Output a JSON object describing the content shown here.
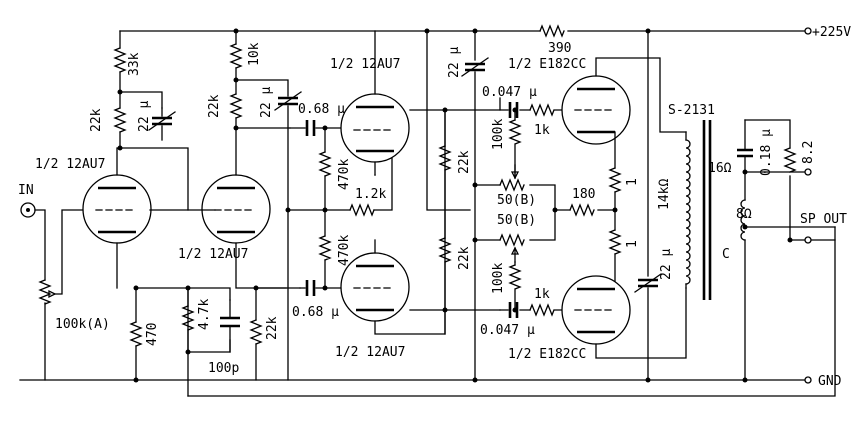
{
  "rails": {
    "supply": "+225V",
    "ground": "GND",
    "input": "IN",
    "output": "SP OUT"
  },
  "tubes": {
    "v1": "1/2 12AU7",
    "v2": "1/2 12AU7",
    "v3": "1/2 12AU7",
    "v4": "1/2 12AU7",
    "v5": "1/2 E182CC",
    "v6": "1/2 E182CC"
  },
  "components": {
    "r_33k": "33k",
    "r_22k_a": "22k",
    "c_22u_a": "22 µ",
    "r_10k": "10k",
    "r_22k_b": "22k",
    "c_22u_b": "22 µ",
    "c_068u_top": "0.68 µ",
    "r_470k_top": "470k",
    "r_12k": "1.2k",
    "r_470k_bot": "470k",
    "c_068u_bot": "0.68 µ",
    "c_22u_c": "22 µ",
    "r_390": "390",
    "c_0047u_top": "0.047 µ",
    "r_100k_top": "100k",
    "r_1k_top": "1k",
    "r_22k_c": "22k",
    "r_22k_d": "22k",
    "p_50b_top": "50(B)",
    "p_50b_bot": "50(B)",
    "r_180": "180",
    "r_1_top": "1",
    "r_1_bot": "1",
    "r_100k_bot": "100k",
    "r_1k_bot": "1k",
    "c_0047u_bot": "0.047 µ",
    "c_22u_d": "22 µ",
    "pot_100k": "100k(A)",
    "r_470": "470",
    "r_47k": "4.7k",
    "c_100p": "100p",
    "r_22k_e": "22k",
    "transformer": "S-2131",
    "tap_14k": "14kΩ",
    "tap_16": "16Ω",
    "tap_8": "8Ω",
    "tap_c": "C",
    "c_018u": "0.18 µ",
    "r_82": "8.2"
  }
}
